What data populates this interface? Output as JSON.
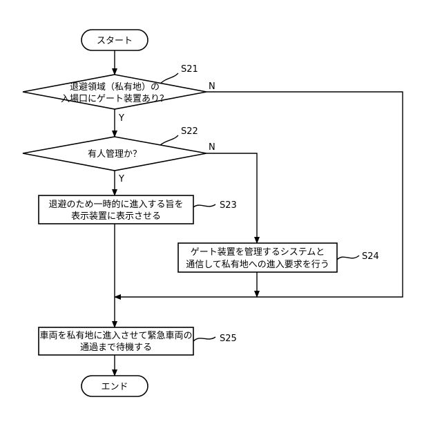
{
  "flowchart": {
    "start": "スタート",
    "end": "エンド",
    "s21": {
      "label": "S21",
      "line1": "退避領域（私有地）の",
      "line2": "入場口にゲート装置あり？",
      "yes": "Y",
      "no": "N"
    },
    "s22": {
      "label": "S22",
      "line1": "有人管理か？",
      "yes": "Y",
      "no": "N"
    },
    "s23": {
      "label": "S23",
      "line1": "退避のため一時的に進入する旨を",
      "line2": "表示装置に表示させる"
    },
    "s24": {
      "label": "S24",
      "line1": "ゲート装置を管理するシステムと",
      "line2": "通信して私有地への進入要求を行う"
    },
    "s25": {
      "label": "S25",
      "line1": "車両を私有地に進入させて緊急車両の",
      "line2": "通過まで待機する"
    }
  }
}
